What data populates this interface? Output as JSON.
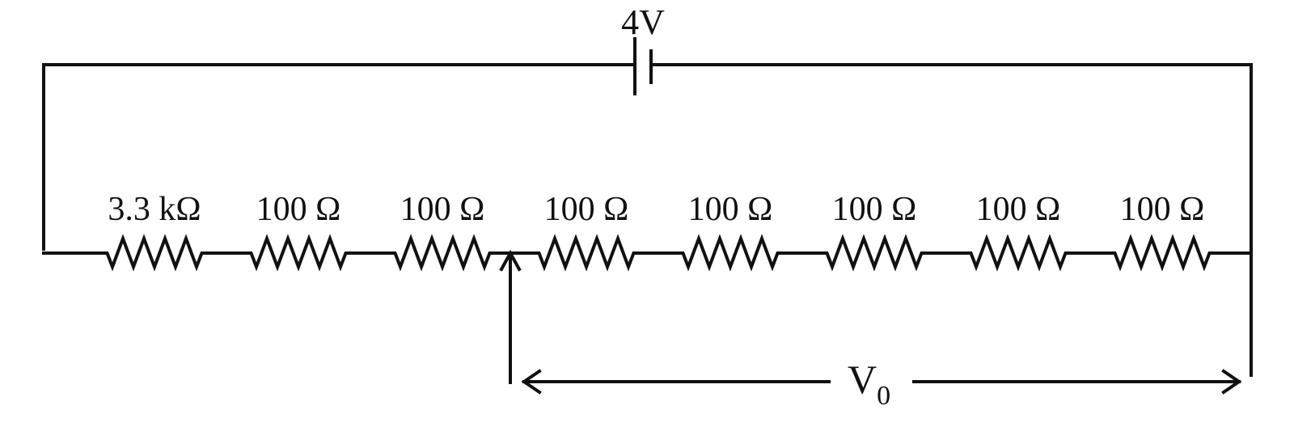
{
  "battery": {
    "label": "4V"
  },
  "resistors": [
    {
      "label": "3.3 kΩ"
    },
    {
      "label": "100 Ω"
    },
    {
      "label": "100 Ω"
    },
    {
      "label": "100 Ω"
    },
    {
      "label": "100 Ω"
    },
    {
      "label": "100 Ω"
    },
    {
      "label": "100 Ω"
    },
    {
      "label": "100 Ω"
    }
  ],
  "output": {
    "symbol": "V",
    "subscript": "0"
  },
  "colors": {
    "stroke": "#111111",
    "background": "#ffffff"
  }
}
